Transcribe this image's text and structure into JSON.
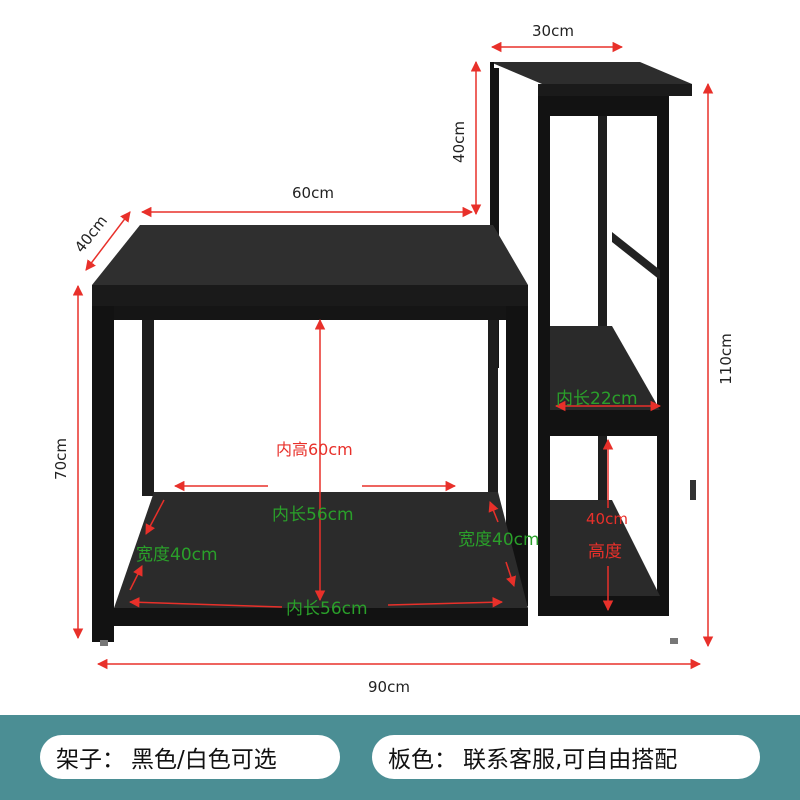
{
  "dimensions": {
    "top_width": "30cm",
    "top_height": "40cm",
    "desk_width": "60cm",
    "desk_depth": "40cm",
    "desk_height": "70cm",
    "total_height": "110cm",
    "total_width": "90cm"
  },
  "inner_labels": {
    "inner_height": "内高60cm",
    "inner_length_upper": "内长56cm",
    "inner_length_lower": "内长56cm",
    "depth_left": "宽度40cm",
    "depth_right": "宽度40cm",
    "shelf_length": "内长22cm",
    "shelf_height_value": "40cm",
    "shelf_height_label": "高度"
  },
  "colors": {
    "frame": "#121212",
    "board": "#2b2b2b",
    "dimension_line": "#e8302a",
    "inner_label": "#2aa02a",
    "inner_height_label": "#e8302a",
    "banner": "#4b8e94"
  },
  "banner": {
    "rack_label": "架子：",
    "rack_value": "黑色/白色可选",
    "board_label": "板色：",
    "board_value": "联系客服,可自由搭配"
  }
}
